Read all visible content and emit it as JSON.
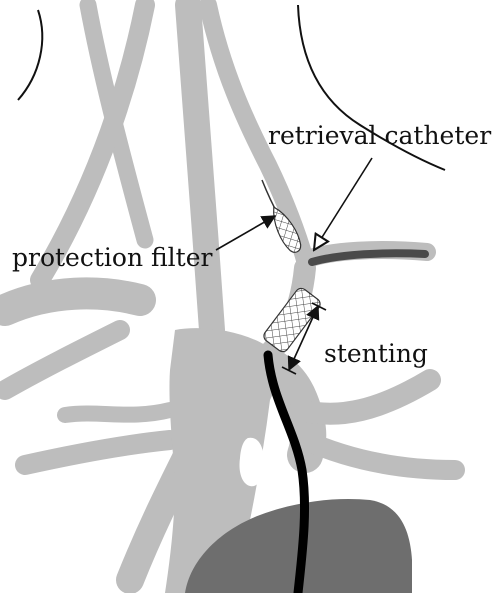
{
  "labels": {
    "retrieval_catheter": "retrieval catheter",
    "protection_filter": "protection filter",
    "stenting": "stenting"
  },
  "colors": {
    "vessel": "#bdbdbd",
    "heart": "#6e6e6e",
    "catheter_dark": "#000000",
    "retrieval_sheath": "#4a4a4a",
    "ink": "#111111"
  }
}
